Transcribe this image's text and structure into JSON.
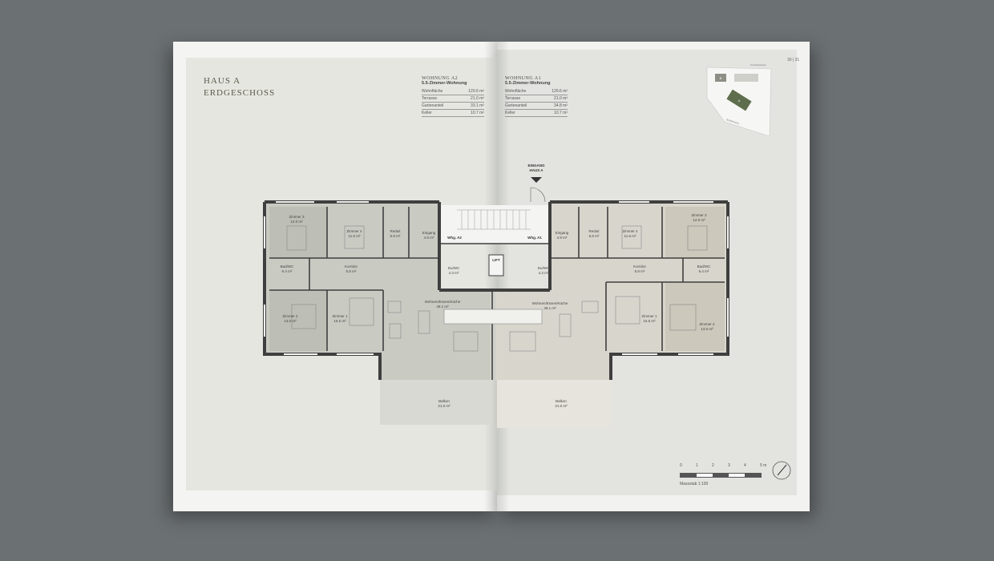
{
  "header": {
    "title_line1": "HAUS A",
    "title_line2": "ERDGESCHOSS",
    "page_number": "30 | 31"
  },
  "units": [
    {
      "name": "WOHNUNG A2",
      "type": "5.5-Zimmer-Wohnung",
      "rows": [
        [
          "Wohnfläche",
          "129.6 m²"
        ],
        [
          "Terrasse",
          "21.0 m²"
        ],
        [
          "Gartenanteil",
          "33.1 m²"
        ],
        [
          "Keller",
          "10.7 m²"
        ]
      ]
    },
    {
      "name": "WOHNUNG A1",
      "type": "5.5-Zimmer-Wohnung",
      "rows": [
        [
          "Wohnfläche",
          "129.6 m²"
        ],
        [
          "Terrasse",
          "21.0 m²"
        ],
        [
          "Gartenanteil",
          "34.8 m²"
        ],
        [
          "Keller",
          "10.7 m²"
        ]
      ]
    }
  ],
  "site_plan": {
    "street_top": "Kanzleistrasse",
    "street_side": "Brühlstrasse",
    "building_b": "B",
    "building_a": "A"
  },
  "entrance": {
    "line1": "EINGANG",
    "line2": "HAUS A"
  },
  "rooms_left": [
    {
      "name": "Zimmer 3",
      "area": "12.0 m²"
    },
    {
      "name": "Zimmer 4",
      "area": "11.6 m²"
    },
    {
      "name": "Reduit",
      "area": "5.8 m²"
    },
    {
      "name": "Eingang",
      "area": "4.9 m²"
    },
    {
      "name": "Bad/WC",
      "area": "6.4 m²"
    },
    {
      "name": "Korridor",
      "area": "5.8 m²"
    },
    {
      "name": "Du/WC",
      "area": "4.3 m²"
    },
    {
      "name": "Zimmer 2",
      "area": "13.0 m²"
    },
    {
      "name": "Zimmer 1",
      "area": "16.5 m²"
    },
    {
      "name": "Wohnen/Essen/Küche",
      "area": "49.1 m²"
    },
    {
      "name": "Balkon",
      "area": "21.0 m²"
    }
  ],
  "rooms_right": [
    {
      "name": "Eingang",
      "area": "4.9 m²"
    },
    {
      "name": "Reduit",
      "area": "5.8 m²"
    },
    {
      "name": "Zimmer 4",
      "area": "11.6 m²"
    },
    {
      "name": "Zimmer 3",
      "area": "12.0 m²"
    },
    {
      "name": "Du/WC",
      "area": "4.3 m²"
    },
    {
      "name": "Korridor",
      "area": "5.8 m²"
    },
    {
      "name": "Bad/WC",
      "area": "6.4 m²"
    },
    {
      "name": "Wohnen/Essen/Küche",
      "area": "49.1 m²"
    },
    {
      "name": "Zimmer 1",
      "area": "16.5 m²"
    },
    {
      "name": "Zimmer 2",
      "area": "13.0 m²"
    },
    {
      "name": "Balkon",
      "area": "21.0 m²"
    }
  ],
  "core": {
    "lift": "LIFT",
    "whg_a2": "Whg. A2",
    "whg_a1": "Whg. A1"
  },
  "scale": {
    "ticks": [
      "0",
      "1",
      "2",
      "3",
      "4",
      "5 m"
    ],
    "label": "Massstab 1:100"
  },
  "colors": {
    "background": "#6b7072",
    "panel": "#e6e6e1",
    "unit_a2": "#c9cbc3",
    "unit_a1": "#d8d6cc",
    "wall": "#3f3f3f",
    "accent": "#5a6b4a"
  }
}
